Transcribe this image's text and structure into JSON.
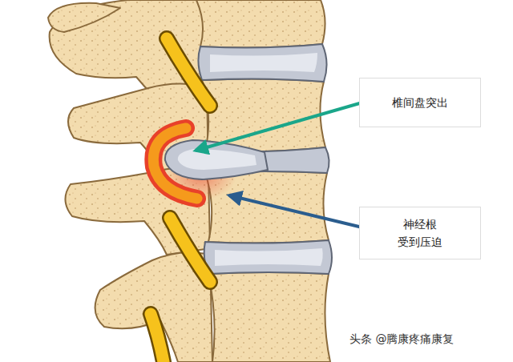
{
  "diagram": {
    "nodes": [
      {
        "text": [
          "椎间盘突出"
        ]
      },
      {
        "text": [
          "神经根 受到压迫"
        ]
      }
    ],
    "labels": [
      "头条 @腾康疼痛康复"
    ]
  }
}
